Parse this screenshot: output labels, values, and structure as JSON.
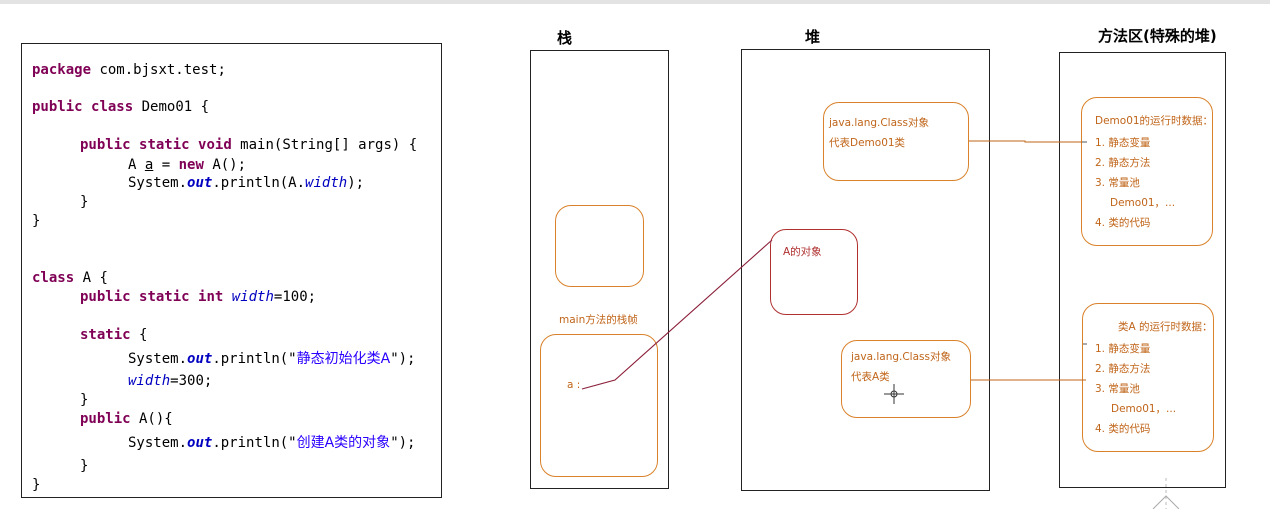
{
  "code": {
    "l1_kw": "package",
    "l1_rest": " com.bjsxt.test;",
    "l2_kw1": "public",
    "l2_kw2": "class",
    "l2_rest": " Demo01 {",
    "l3_kw1": "public",
    "l3_kw2": "static",
    "l3_kw3": "void",
    "l3_rest": " main(String[] args) {",
    "l4_a": "A ",
    "l4_var": "a",
    "l4_mid": " = ",
    "l4_kw": "new",
    "l4_end": " A();",
    "l5_a": "System.",
    "l5_out": "out",
    "l5_b": ".println(A.",
    "l5_w": "width",
    "l5_c": ");",
    "l6": "}",
    "l7": "}",
    "l8_kw": "class",
    "l8_rest": " A {",
    "l9_kw1": "public",
    "l9_kw2": "static",
    "l9_kw3": "int",
    "l9_w": "width",
    "l9_rest": "=100;",
    "l10_kw": "static",
    "l10_rest": " {",
    "l11_a": "System.",
    "l11_out": "out",
    "l11_b": ".println(\"",
    "l11_str": "静态初始化类A",
    "l11_c": "\");",
    "l12_w": "width",
    "l12_rest": "=300;",
    "l13": "}",
    "l14_kw": "public",
    "l14_rest": " A(){",
    "l15_a": "System.",
    "l15_out": "out",
    "l15_b": ".println(\"",
    "l15_str": "创建A类的对象",
    "l15_c": "\");",
    "l16": "}",
    "l17": "}"
  },
  "diagram": {
    "stack_title": "栈",
    "heap_title": "堆",
    "method_area_title": "方法区(特殊的堆)",
    "main_frame_label": "main方法的栈帧",
    "var_a": "a :",
    "heap_class_demo01": [
      "java.lang.Class对象",
      "代表Demo01类"
    ],
    "heap_obj_a": "A的对象",
    "heap_class_a": [
      "java.lang.Class对象",
      "代表A类"
    ],
    "demo01_runtime": {
      "title": "Demo01的运行时数据：",
      "items": [
        "1. 静态变量",
        "2. 静态方法",
        "3. 常量池",
        "Demo01，...",
        "4. 类的代码"
      ]
    },
    "a_runtime": {
      "title": "类A 的运行时数据：",
      "items": [
        "1. 静态变量",
        "2. 静态方法",
        "3. 常量池",
        "Demo01，...",
        "4. 类的代码"
      ]
    }
  },
  "colors": {
    "orange": "#d9822b",
    "red": "#b03030",
    "keyword": "#7f0055",
    "field": "#0000c0"
  }
}
